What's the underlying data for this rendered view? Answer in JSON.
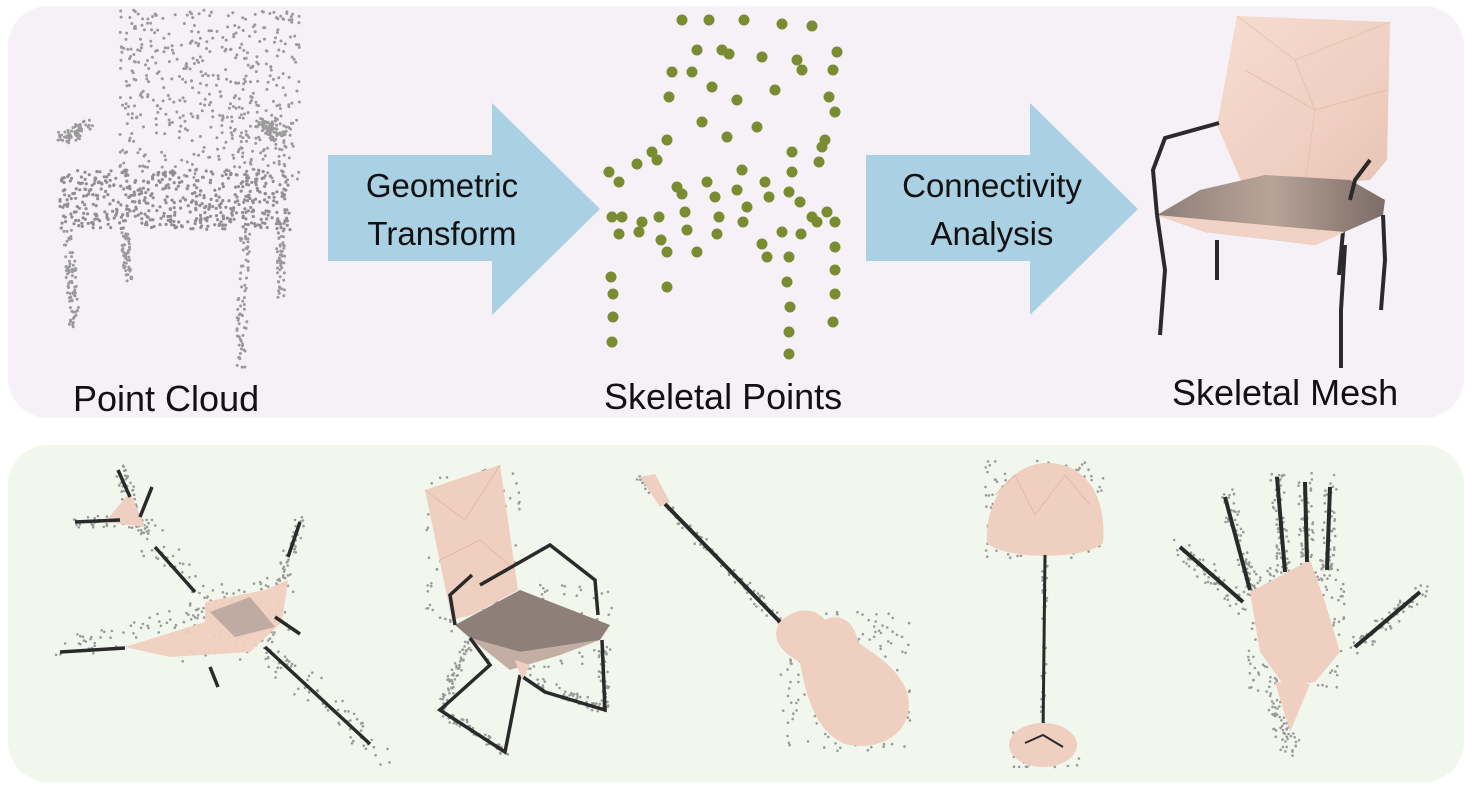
{
  "pipeline": {
    "stage1_label": "Point Cloud",
    "step1": {
      "line1": "Geometric",
      "line2": "Transform"
    },
    "stage2_label": "Skeletal Points",
    "step2": {
      "line1": "Connectivity",
      "line2": "Analysis"
    },
    "stage3_label": "Skeletal Mesh"
  },
  "examples": [
    "airplane",
    "chair",
    "guitar",
    "lamp",
    "hand"
  ],
  "colors": {
    "top_panel": "#f5f1f7",
    "bottom_panel": "#f2f7ed",
    "arrow": "#a9d0e3",
    "skeletal_point": "#7a8c32",
    "point_cloud": "#9a9a9a",
    "mesh_skin": "#f1d2c4",
    "mesh_shadow": "#8a7a72",
    "skeleton_line": "#2a2a2a"
  }
}
